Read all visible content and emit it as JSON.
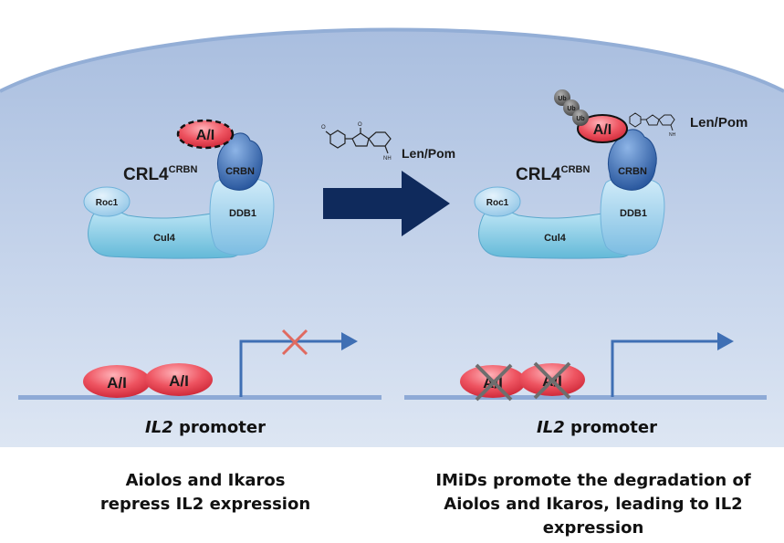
{
  "left_panel": {
    "complex": {
      "name": "CRL4",
      "superscript": "CRBN",
      "crbn": "CRBN",
      "ddb1": "DDB1",
      "roc1": "Roc1",
      "cul4": "Cul4",
      "substrate": "A/I"
    },
    "dna": {
      "proteins": [
        "A/I",
        "A/I"
      ],
      "promoter_gene": "IL2",
      "promoter_word": " promoter"
    },
    "caption_lines": [
      "Aiolos and Ikaros",
      "repress IL2 expression"
    ]
  },
  "middle": {
    "drug_label": "Len/Pom"
  },
  "right_panel": {
    "complex": {
      "name": "CRL4",
      "superscript": "CRBN",
      "crbn": "CRBN",
      "ddb1": "DDB1",
      "roc1": "Roc1",
      "cul4": "Cul4",
      "substrate": "A/I",
      "ubiquitin": [
        "Ub",
        "Ub",
        "Ub"
      ],
      "drug_label": "Len/Pom"
    },
    "dna": {
      "proteins": [
        "A/I",
        "A/I"
      ],
      "promoter_gene": "IL2",
      "promoter_word": " promoter"
    },
    "caption_lines": [
      "IMiDs promote the degradation of",
      "Aiolos and Ikaros, leading to IL2",
      "expression"
    ]
  },
  "colors": {
    "cell": "#bccde7",
    "cell_edge": "#93aed6",
    "dna": "#8eaad6",
    "arrow": "#0f2a5c",
    "protein": "#e23d4d",
    "crbn": "#2f62ab",
    "ddb1": "#8ac4e6",
    "cul4": "#7fcbe4",
    "cross": "#e06a60",
    "ub": "#555555"
  }
}
